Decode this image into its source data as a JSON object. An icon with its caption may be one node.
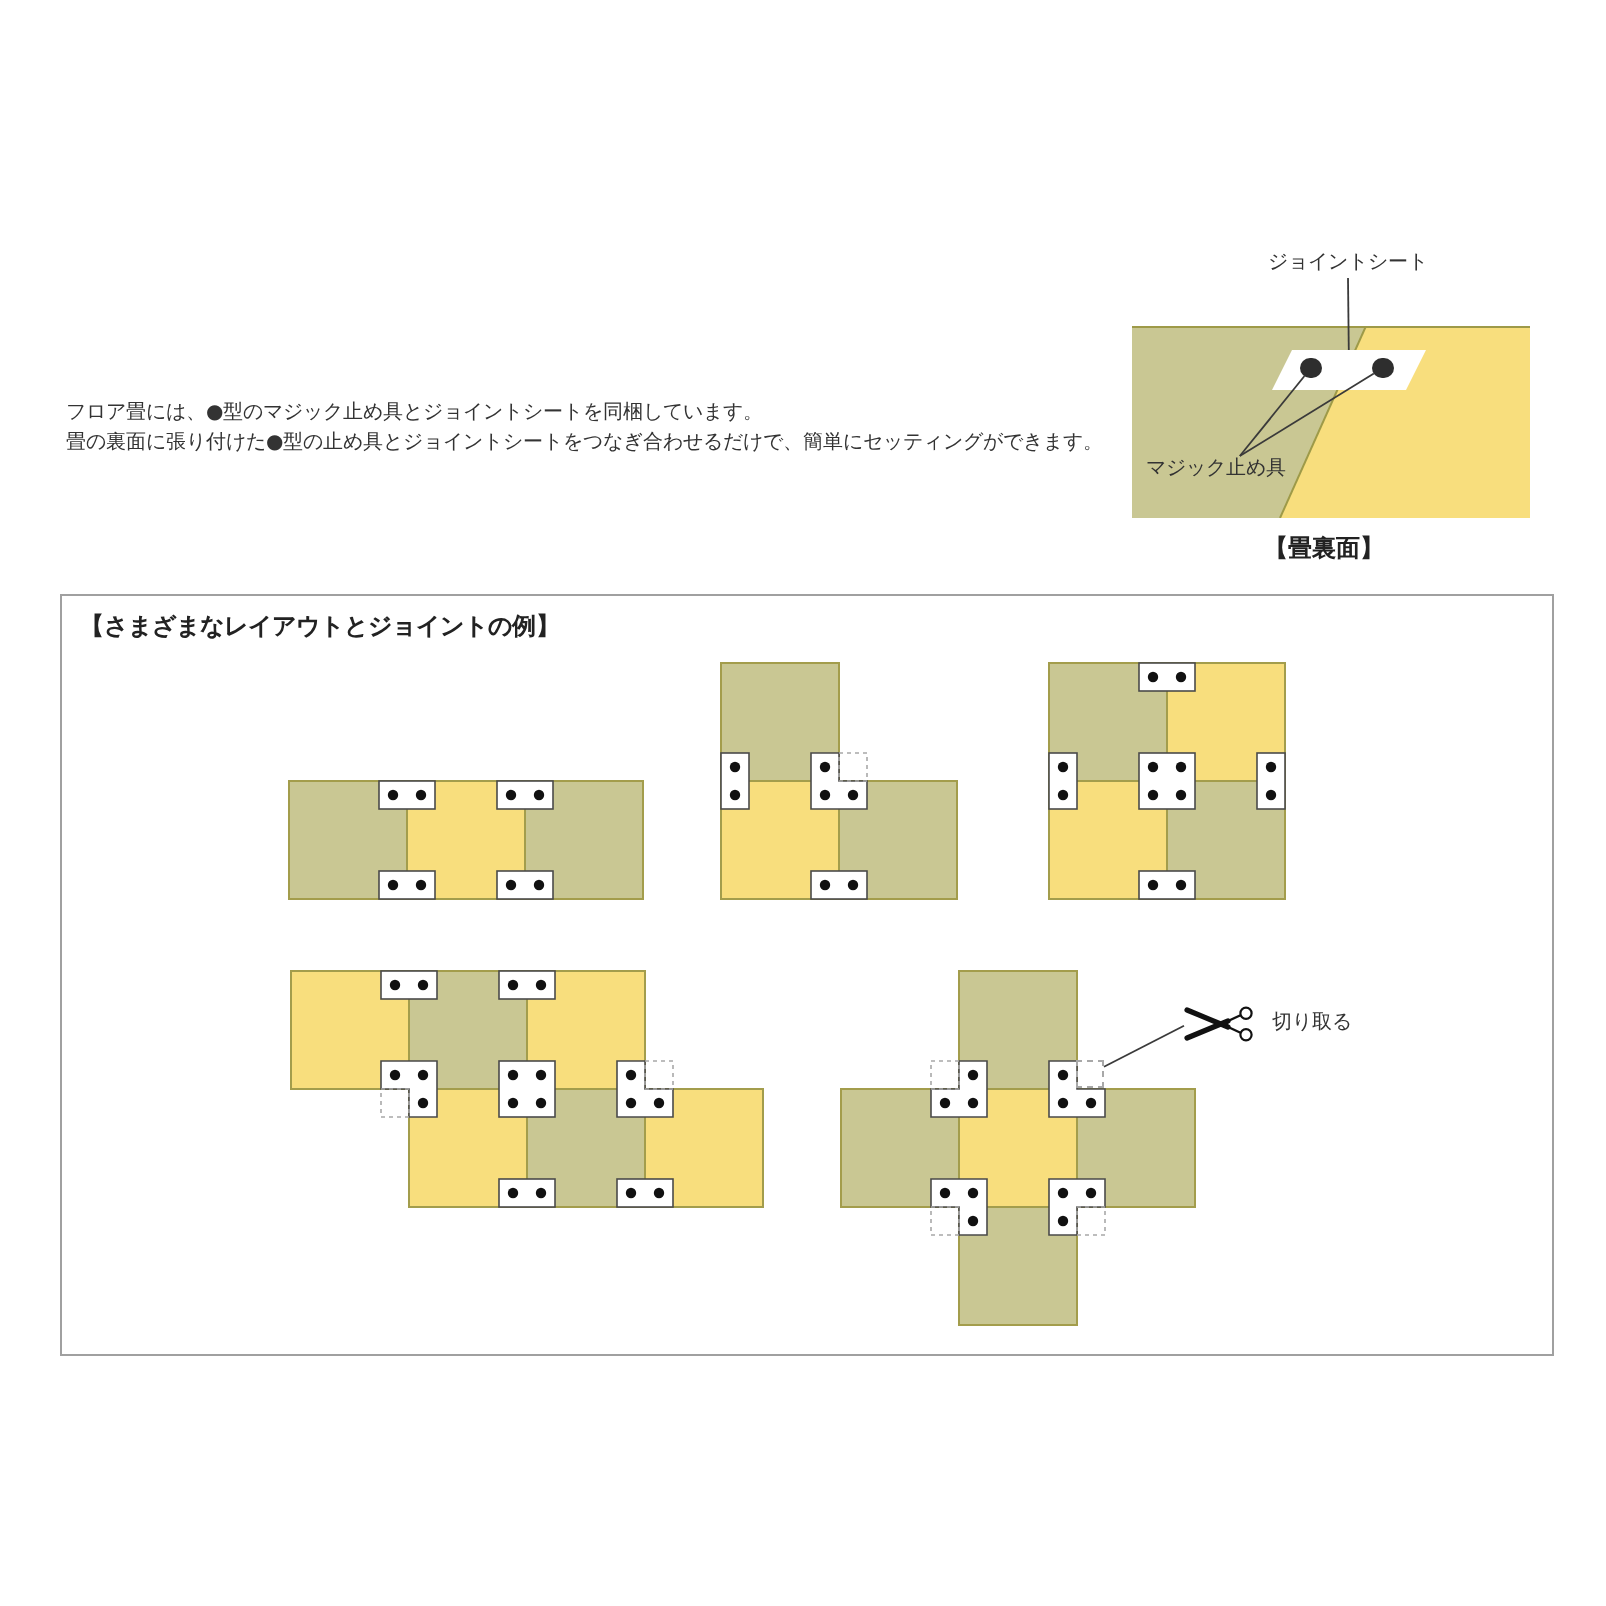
{
  "diagram": {
    "nodes": [
      {
        "text": [
          "ジョイントシート"
        ]
      },
      {
        "text": [],
        "shape": "picture",
        "beside": [
          "【畳裏面】"
        ]
      },
      {
        "text": [],
        "shape": "parallelogram",
        "in": 1
      },
      {
        "text": [],
        "shape": "circle",
        "in": 2
      },
      {
        "text": [],
        "shape": "circle",
        "in": 2
      },
      {
        "text": [
          "マジック止め具"
        ]
      },
      {
        "text": [
          "【さまざまなレイアウトとジョイントの例】"
        ]
      },
      {
        "text": [
          "切り取る"
        ],
        "in": 6
      },
      {
        "text": [],
        "shape": "box",
        "in": 6
      }
    ],
    "edges": [
      {
        "from": 0,
        "to": 2,
        "arrow": "none"
      },
      {
        "from": 5,
        "to": 3,
        "arrow": "none"
      },
      {
        "from": 5,
        "to": 4,
        "arrow": "none"
      },
      {
        "from": 7,
        "to": 8,
        "arrow": "none"
      }
    ],
    "labels": [
      "フロア畳には、●型のマジック止め具とジョイントシートを同梱しています。",
      "畳の裏面に張り付けた●型の止め具とジョイントシートをつなぎ合わせるだけで、簡単にセッティングができます。"
    ]
  }
}
